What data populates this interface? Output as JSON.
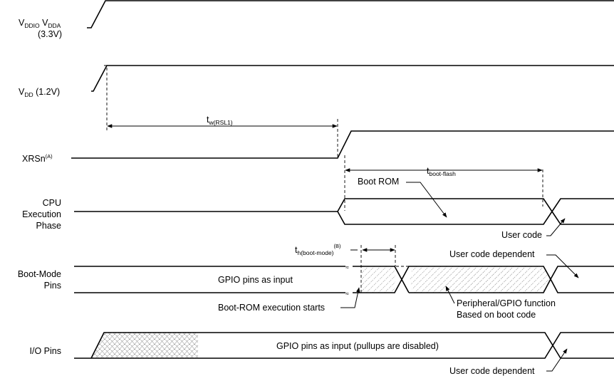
{
  "signals": {
    "vddio": {
      "name_main": "V",
      "name_sub1": "DDIO",
      "name_mid": " V",
      "name_sub2": "DDA",
      "voltage": "(3.3V)"
    },
    "vdd": {
      "name_main": "V",
      "name_sub": "DD",
      "voltage": " (1.2V)"
    },
    "xrsn": {
      "name": "XRSn",
      "note": "(A)"
    },
    "cpu": {
      "line1": "CPU",
      "line2": "Execution",
      "line3": "Phase"
    },
    "bootmode": {
      "line1": "Boot-Mode",
      "line2": "Pins"
    },
    "io": {
      "name": "I/O Pins"
    }
  },
  "timings": {
    "tw_main": "t",
    "tw_sub": "w(RSL1)",
    "tboot_main": "t",
    "tboot_sub": "boot-flash",
    "th_main": "t",
    "th_sub": "h(boot-mode)",
    "th_note": "(B)"
  },
  "annotations": {
    "boot_rom": "Boot ROM",
    "user_code": "User code",
    "user_code_dependent_1": "User code dependent",
    "gpio_input": "GPIO pins as input",
    "boot_rom_start": "Boot-ROM execution starts",
    "periph_line1": "Peripheral/GPIO function",
    "periph_line2": "Based on boot code",
    "gpio_input_pullups": "GPIO pins as input (pullups are disabled)",
    "user_code_dependent_2": "User code dependent"
  }
}
